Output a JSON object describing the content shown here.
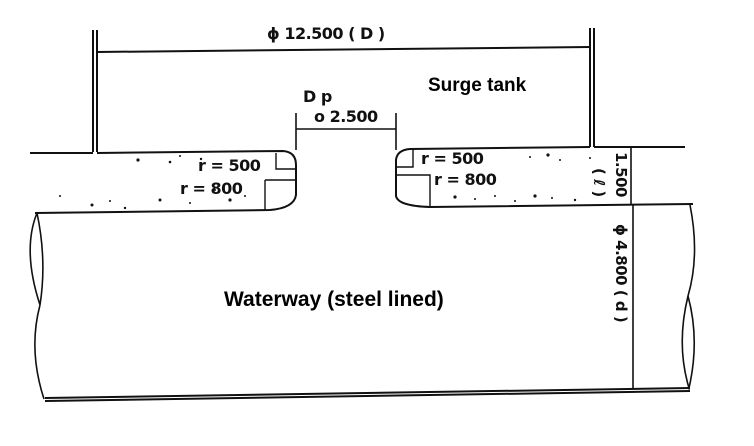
{
  "diagram": {
    "title_surge_tank": "Surge tank",
    "title_waterway": "Waterway (steel lined)",
    "dimensions": {
      "tank_diameter": "ϕ 12.500 ( D )",
      "port_label": "D p",
      "port_diameter": "o 2.500",
      "left_radius_upper": "r = 500",
      "left_radius_lower": "r = 800",
      "right_radius_upper": "r = 500",
      "right_radius_lower": "r = 800",
      "throat_length_symbol": "( ℓ )",
      "throat_length": "1.500",
      "waterway_diameter": "ϕ 4.800 ( d )"
    },
    "colors": {
      "line": "#111111",
      "background": "#ffffff"
    }
  }
}
